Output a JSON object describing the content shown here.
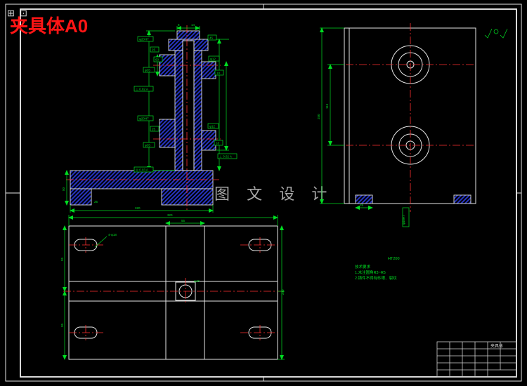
{
  "header": {
    "title": "夹具体A0"
  },
  "watermark": {
    "text": "图 文 设 计"
  },
  "icons": {
    "win1": "⊞",
    "win2": "⊡"
  },
  "colors": {
    "background": "#000000",
    "outline": "#e6e6e6",
    "dimension": "#00dd22",
    "centerline": "#ff3030",
    "hatch": "#2633c0",
    "title": "#ff1515",
    "watermark": "#a8a8a8"
  },
  "section_view": {
    "dims": {
      "t1": "8",
      "t2": "14",
      "l1": "φ20H7",
      "l2": "25",
      "l3": "60",
      "l4": "φ35",
      "l5": "⊥ 0.02 A",
      "l6": "φ20H7",
      "l7": "25",
      "l8": "φ35",
      "l9": "◎ 0.03 A",
      "r1": "45",
      "r2": "φ12",
      "r3": "18",
      "r4": "φ12",
      "r5": "18",
      "r6": "⊥ 0.02 A",
      "b1": "320",
      "left_h": "50",
      "foot": "25"
    }
  },
  "side_view": {
    "dims": {
      "h1": "250",
      "h2": "115",
      "bore": "φ40H7",
      "foot": "25"
    }
  },
  "plan_view": {
    "dims": {
      "w1": "320",
      "w2": "55",
      "h1": "240",
      "left1": "95",
      "left2": "95",
      "slots": "4-φ18",
      "bore": "φ40"
    }
  },
  "notes": {
    "material": "HT200",
    "line1": "技术要求",
    "line2": "1.未注圆角R3~R5",
    "line3": "2.铸件不得有砂眼、裂纹"
  },
  "title_block": {
    "part": "夹具体"
  }
}
